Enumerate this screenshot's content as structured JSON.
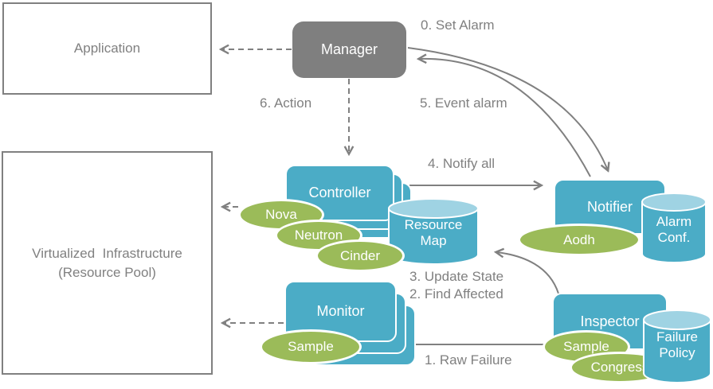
{
  "colors": {
    "teal": "#4BACC6",
    "green": "#9BBB59",
    "manager_gray": "#7F7F7F",
    "cylinder_top": "#9FD3E3",
    "line_gray": "#808080",
    "label_text": "#808080",
    "node_text": "#ffffff"
  },
  "nodes": {
    "application": {
      "label": "Application"
    },
    "vi": {
      "line1": "Virtualized  Infrastructure",
      "line2": "(Resource Pool)"
    },
    "manager": {
      "label": "Manager"
    },
    "controller": {
      "label": "Controller"
    },
    "monitor": {
      "label": "Monitor"
    },
    "notifier": {
      "label": "Notifier"
    },
    "inspector": {
      "label": "Inspector"
    },
    "resource_map": {
      "line1": "Resource",
      "line2": "Map"
    },
    "alarm_conf": {
      "line1": "Alarm",
      "line2": "Conf."
    },
    "failure_policy": {
      "line1": "Failure",
      "line2": "Policy"
    },
    "nova": {
      "label": "Nova"
    },
    "neutron": {
      "label": "Neutron"
    },
    "cinder": {
      "label": "Cinder"
    },
    "aodh": {
      "label": "Aodh"
    },
    "sample_monitor": {
      "label": "Sample"
    },
    "sample_inspector": {
      "label": "Sample"
    },
    "congress": {
      "label": "Congress"
    }
  },
  "edges": {
    "set_alarm": "0. Set Alarm",
    "event_alarm": "5. Event alarm",
    "action": "6. Action",
    "notify_all": "4. Notify all",
    "update_state": "3. Update State",
    "find_affected": "2. Find Affected",
    "raw_failure": "1. Raw Failure"
  }
}
